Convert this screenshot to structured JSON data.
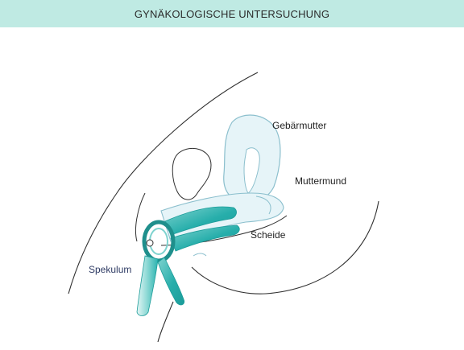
{
  "header": {
    "title": "GYNÄKOLOGISCHE UNTERSUCHUNG"
  },
  "labels": {
    "uterus": "Gebärmutter",
    "cervix": "Muttermund",
    "vagina": "Scheide",
    "speculum": "Spekulum"
  },
  "colors": {
    "header_bg": "#bfeae3",
    "organ_fill": "#e6f4f8",
    "speculum": "#2bb3b0",
    "outline": "#2f2f2f",
    "speculum_label": "#2d3a63"
  }
}
